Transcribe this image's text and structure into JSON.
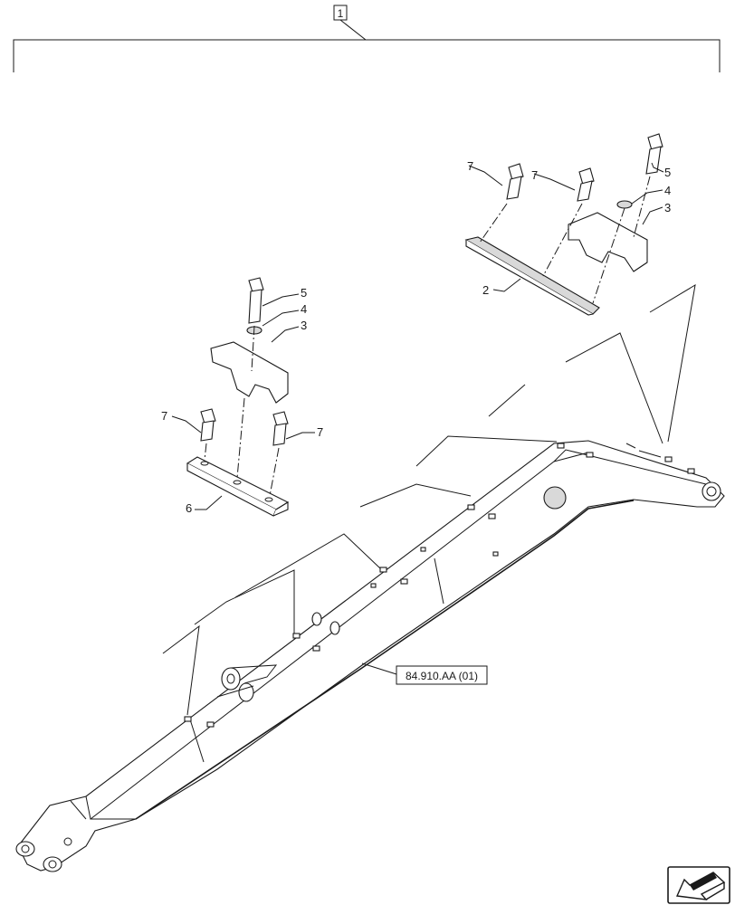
{
  "diagram": {
    "assembly_callout": "1",
    "reference_callout": "84.910.AA (01)",
    "callouts": {
      "upper_bolt_left": "7",
      "upper_bolt_mid": "7",
      "upper_bolt_right": "5",
      "upper_washer": "4",
      "upper_clamp": "3",
      "upper_plate": "2",
      "lower_bolt_top": "5",
      "lower_washer": "4",
      "lower_clamp": "3",
      "lower_bolt_left": "7",
      "lower_bolt_right": "7",
      "lower_plate": "6"
    },
    "nav_icon": "arrow-back-icon"
  }
}
